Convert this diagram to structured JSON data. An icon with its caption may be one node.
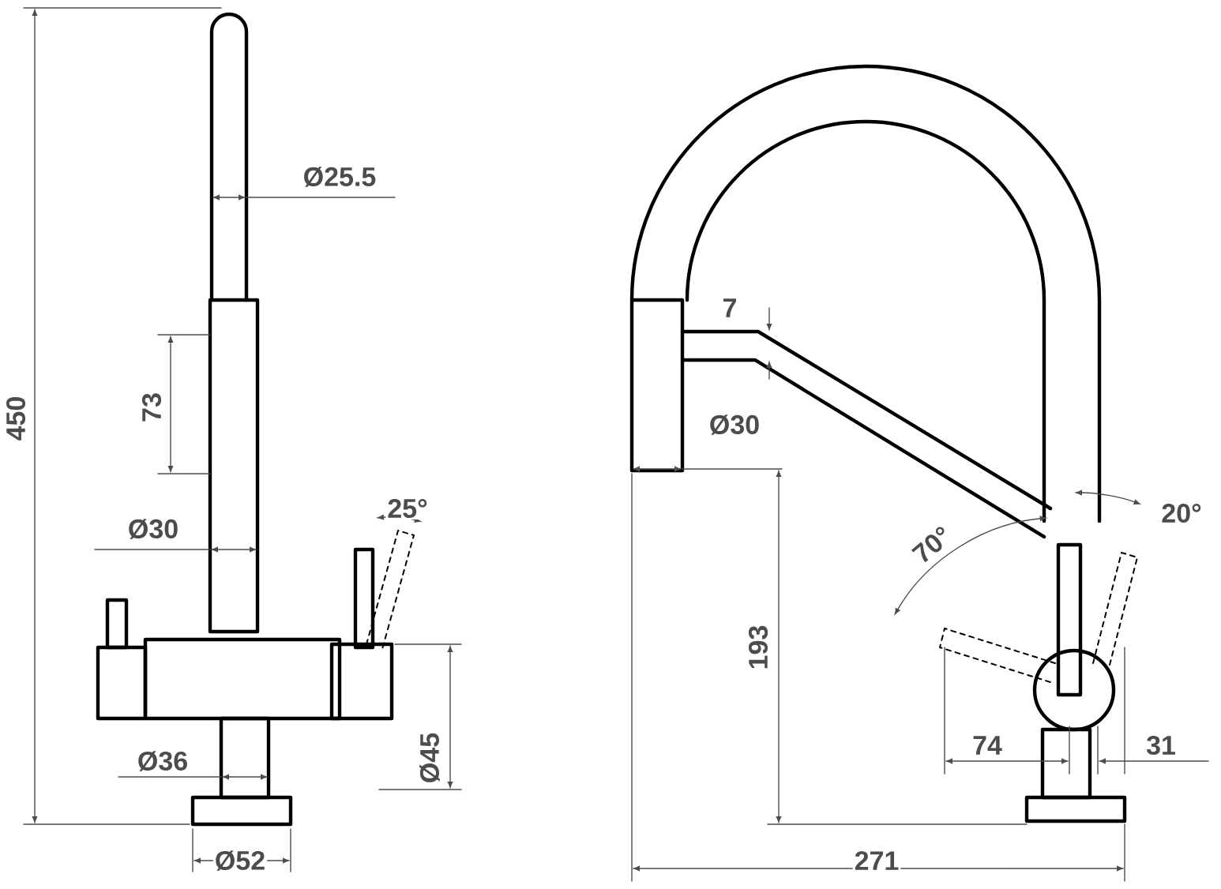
{
  "diagram": {
    "labels": [
      "450",
      "Ø25.5",
      "73",
      "Ø30",
      "25°",
      "Ø36",
      "Ø45",
      "Ø52",
      "7",
      "Ø30",
      "70°",
      "20°",
      "193",
      "74",
      "31",
      "271"
    ]
  }
}
